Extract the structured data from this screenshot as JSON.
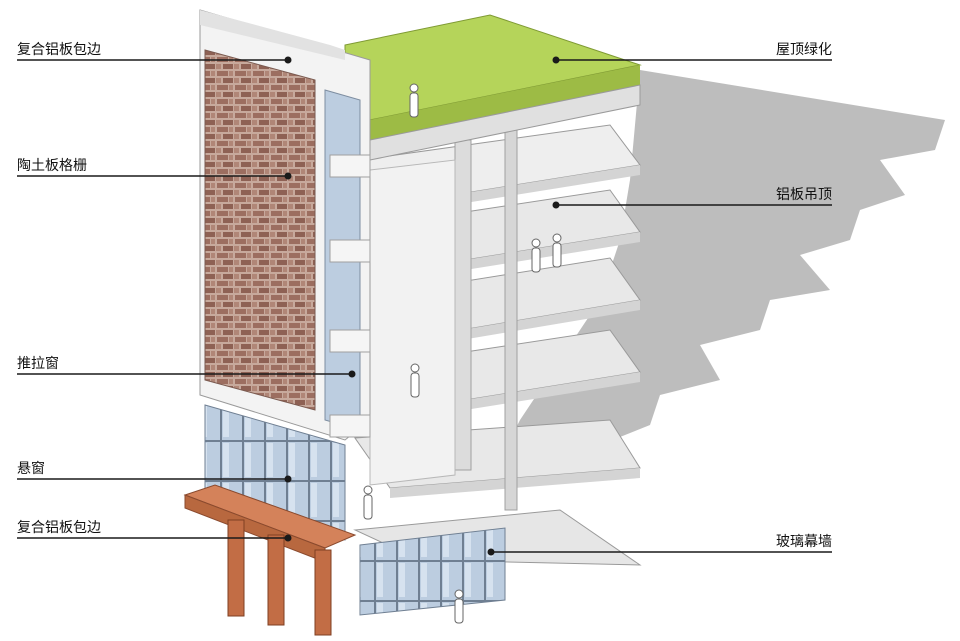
{
  "colors": {
    "roof_green": "#b5d45a",
    "terracotta": "#a5786a",
    "slab": "#e6e6e6",
    "shadow": "#bdbdbd",
    "glass": "#b7c9de",
    "wood": "#c9734e",
    "leader": "#1a1a1a"
  },
  "callouts": [
    {
      "id": "composite-aluminum-edge-top",
      "text": "复合铝板包边",
      "side": "left"
    },
    {
      "id": "terracotta-grille",
      "text": "陶土板格栅",
      "side": "left"
    },
    {
      "id": "sliding-window",
      "text": "推拉窗",
      "side": "left"
    },
    {
      "id": "top-hung-window",
      "text": "悬窗",
      "side": "left"
    },
    {
      "id": "composite-aluminum-edge-bottom",
      "text": "复合铝板包边",
      "side": "left"
    },
    {
      "id": "roof-greening",
      "text": "屋顶绿化",
      "side": "right"
    },
    {
      "id": "aluminum-ceiling",
      "text": "铝板吊顶",
      "side": "right"
    },
    {
      "id": "glass-curtain-wall",
      "text": "玻璃幕墙",
      "side": "right"
    }
  ]
}
